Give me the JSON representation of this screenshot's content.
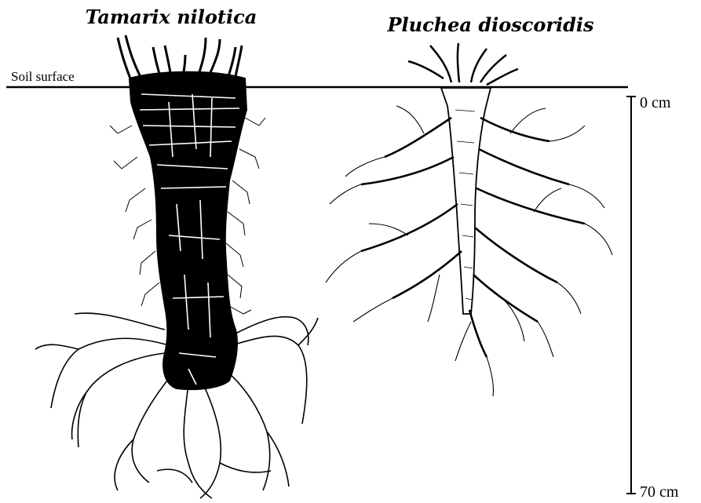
{
  "figure": {
    "species_left": "Tamarix nilotica",
    "species_right": "Pluchea dioscoridis",
    "soil_label": "Soil surface",
    "scale_top": "0 cm",
    "scale_bottom": "70 cm"
  },
  "colors": {
    "ink": "#000000",
    "paper": "#ffffff"
  }
}
